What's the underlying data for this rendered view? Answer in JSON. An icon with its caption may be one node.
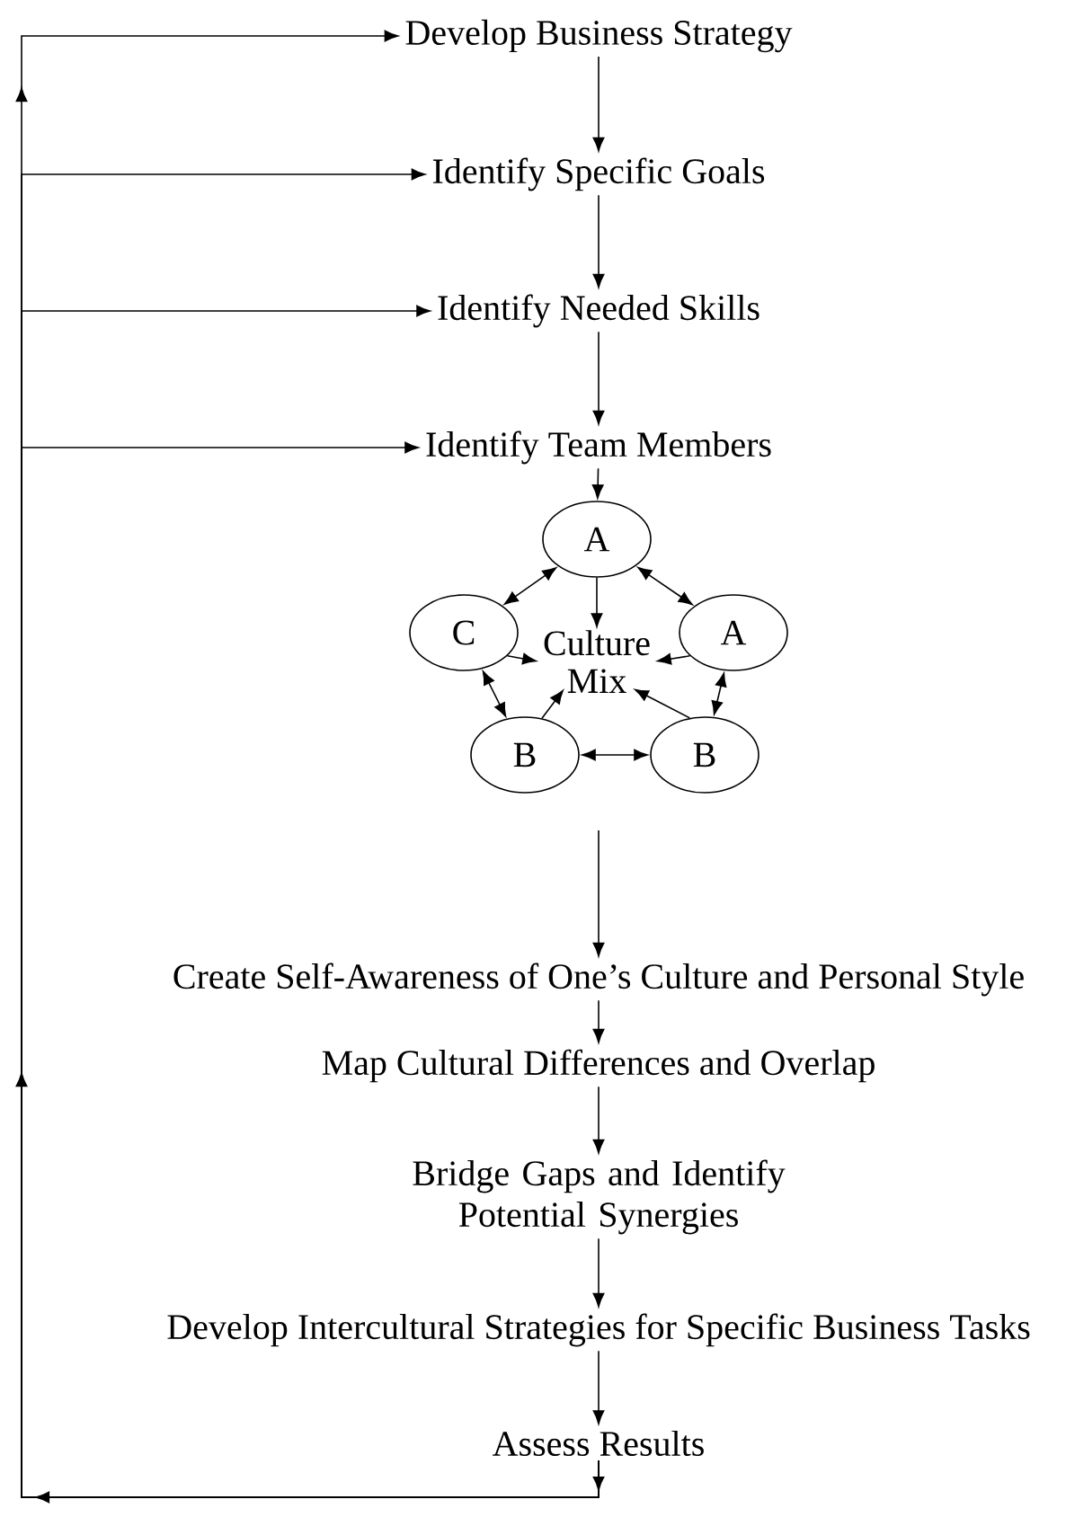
{
  "diagram": {
    "nodes": [
      {
        "text": [
          "Develop Business Strategy"
        ]
      },
      {
        "text": [
          "Identify Specific Goals"
        ]
      },
      {
        "text": [
          "Identify Needed Skills"
        ]
      },
      {
        "text": [
          "Identify Team Members"
        ]
      },
      {
        "text": [
          "A"
        ]
      },
      {
        "text": [
          "C"
        ]
      },
      {
        "text": [
          "A"
        ]
      },
      {
        "text": [
          "Culture Mix"
        ]
      },
      {
        "text": [
          "B"
        ]
      },
      {
        "text": [
          "B"
        ]
      },
      {
        "text": [
          "Create Self-Awareness of One’s Culture and Personal Style"
        ]
      },
      {
        "text": [
          "Map Cultural Differences and Overlap"
        ]
      },
      {
        "text": [
          "Bridge Gaps and Identify Potential Synergies"
        ]
      },
      {
        "text": [
          "Develop Intercultural Strategies for Specific Business Tasks"
        ]
      },
      {
        "text": [
          "Assess Results"
        ]
      }
    ],
    "edges": [
      {
        "from": 0,
        "to": 1,
        "arrow": "to"
      },
      {
        "from": 1,
        "to": 2,
        "arrow": "to"
      },
      {
        "from": 2,
        "to": 3,
        "arrow": "to"
      },
      {
        "from": 3,
        "to": 4,
        "arrow": "to"
      },
      {
        "from": 4,
        "to": 5,
        "arrow": "both"
      },
      {
        "from": 4,
        "to": 6,
        "arrow": "both"
      },
      {
        "from": 4,
        "to": 7,
        "arrow": "to"
      },
      {
        "from": 5,
        "to": 7,
        "arrow": "to"
      },
      {
        "from": 6,
        "to": 7,
        "arrow": "to"
      },
      {
        "from": 5,
        "to": 8,
        "arrow": "both"
      },
      {
        "from": 6,
        "to": 9,
        "arrow": "both"
      },
      {
        "from": 8,
        "to": 7,
        "arrow": "to"
      },
      {
        "from": 9,
        "to": 7,
        "arrow": "to"
      },
      {
        "from": 8,
        "to": 9,
        "arrow": "both"
      },
      {
        "from": null,
        "to": 10,
        "arrow": "to"
      },
      {
        "from": 10,
        "to": 11,
        "arrow": "to"
      },
      {
        "from": 11,
        "to": 12,
        "arrow": "to"
      },
      {
        "from": 12,
        "to": 13,
        "arrow": "to"
      },
      {
        "from": 13,
        "to": 14,
        "arrow": "to"
      },
      {
        "from": 14,
        "to": 0,
        "arrow": "to"
      },
      {
        "from": 14,
        "to": 1,
        "arrow": "to"
      },
      {
        "from": 14,
        "to": 2,
        "arrow": "to"
      },
      {
        "from": 14,
        "to": 3,
        "arrow": "to"
      }
    ]
  }
}
